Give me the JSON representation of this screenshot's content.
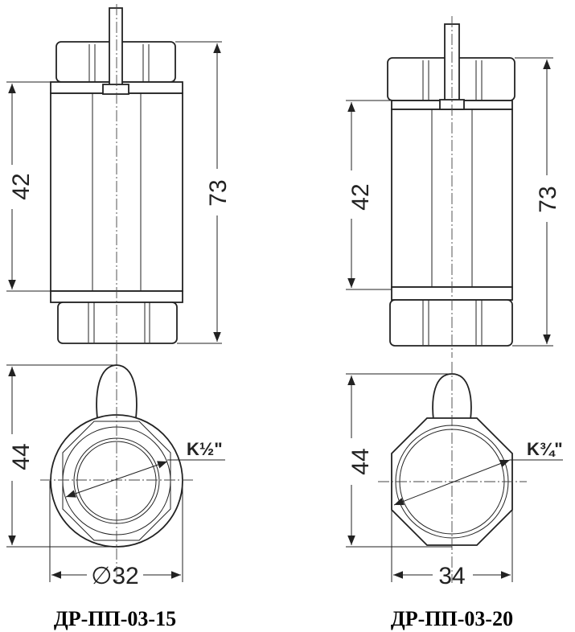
{
  "models": [
    {
      "title": "ДР-ПП-03-15",
      "body_length": "42",
      "total_length": "73",
      "height": "44",
      "width": "∅32",
      "thread": "K½\""
    },
    {
      "title": "ДР-ПП-03-20",
      "body_length": "42",
      "total_length": "73",
      "height": "44",
      "width": "34",
      "thread": "K¾\""
    }
  ]
}
